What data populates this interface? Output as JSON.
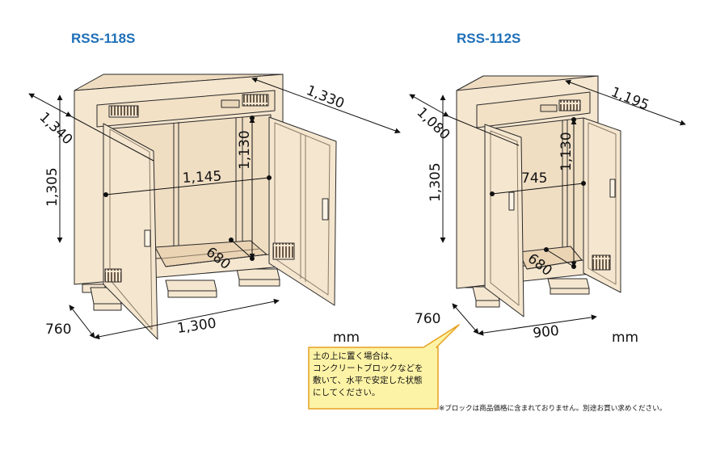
{
  "models": [
    {
      "name": "RSS-118S",
      "dims": {
        "width_top": "1,330",
        "depth_top": "1,340",
        "height": "1,305",
        "inner_height": "1,130",
        "inner_width": "1,145",
        "inner_depth": "680",
        "base_depth": "760",
        "base_width": "1,300"
      },
      "unit": "mm"
    },
    {
      "name": "RSS-112S",
      "dims": {
        "width_top": "1,195",
        "depth_top": "1,080",
        "height": "1,305",
        "inner_height": "1,130",
        "inner_width": "745",
        "inner_depth": "680",
        "base_depth": "760",
        "base_width": "900"
      },
      "unit": "mm"
    }
  ],
  "callout": {
    "lines": [
      "土の上に置く場合は、",
      "コンクリートブロックなどを",
      "敷いて、水平で安定した状態",
      "にしてください。"
    ]
  },
  "note": "※ブロックは商品価格に含まれておりません。別途お買い求めください。",
  "colors": {
    "title": "#1e6fb8",
    "cabinet": "#f5e6cf",
    "callout_bg": "#fdf3a6",
    "callout_border": "#e6a020"
  }
}
